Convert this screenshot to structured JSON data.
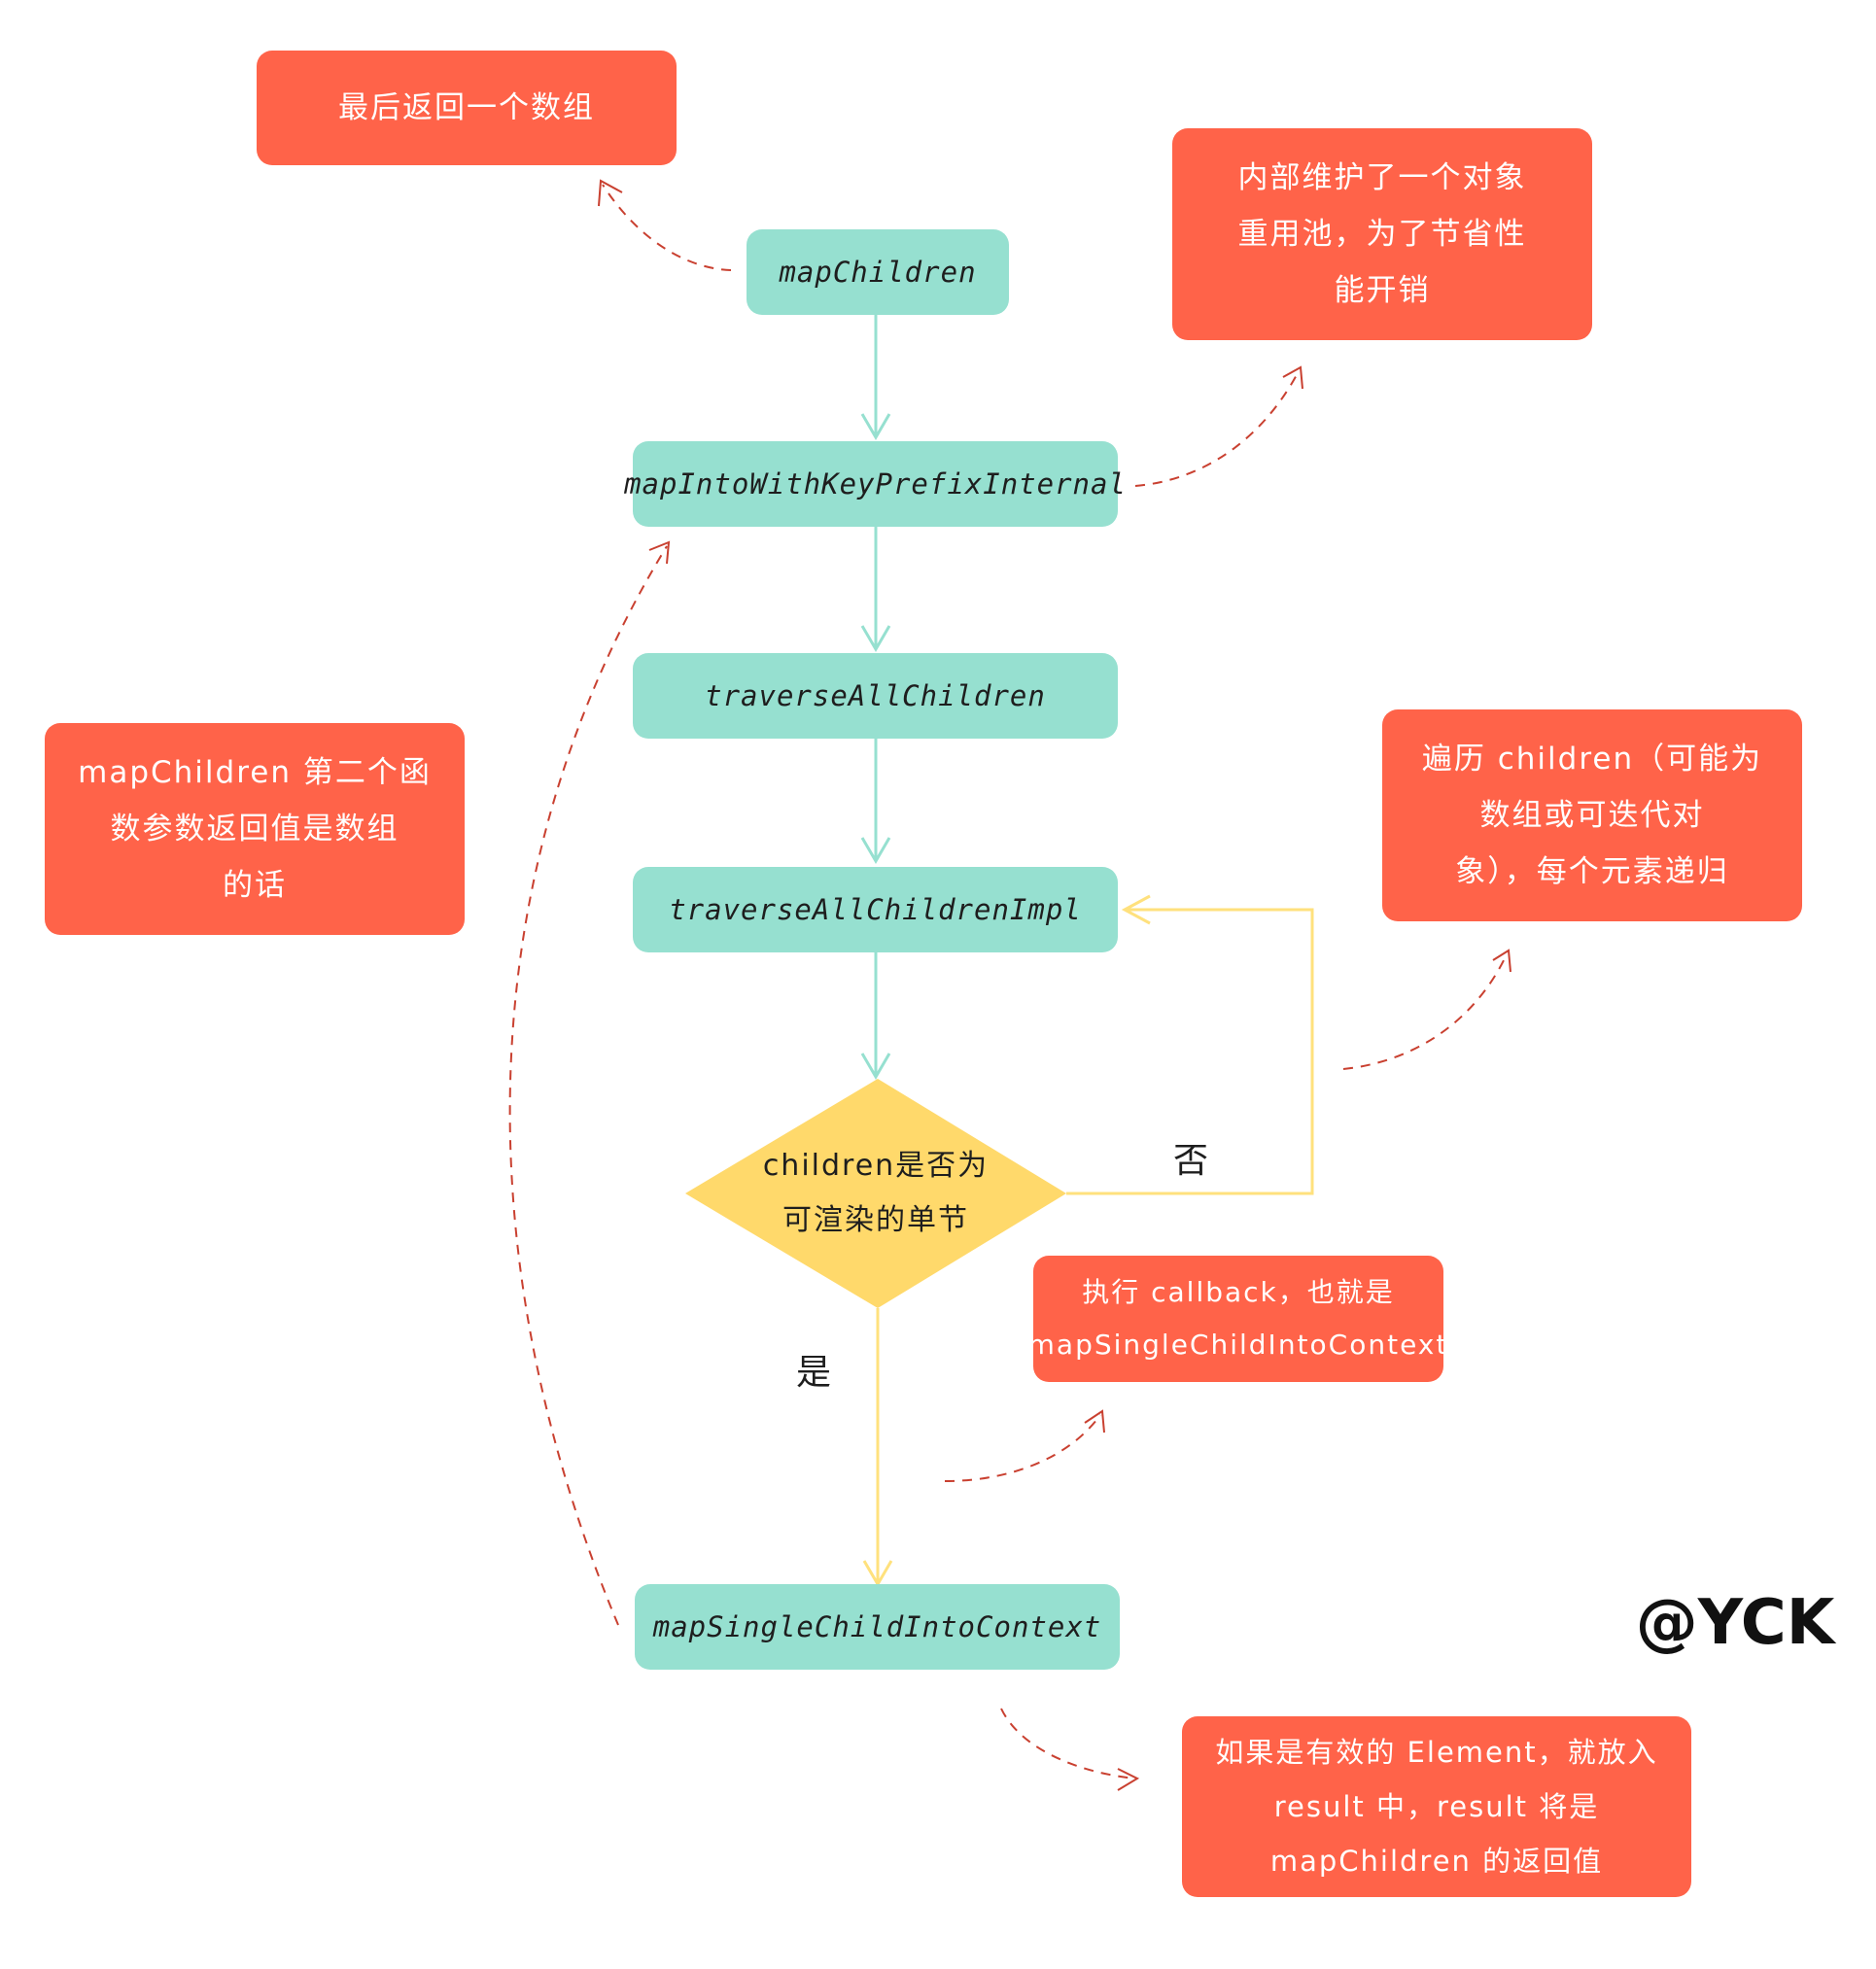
{
  "nodes": {
    "map_children": "mapChildren",
    "map_into_with_key_prefix_internal": "mapIntoWithKeyPrefixInternal",
    "traverse_all_children": "traverseAllChildren",
    "traverse_all_children_impl": "traverseAllChildrenImpl",
    "map_single_child_into_context": "mapSingleChildIntoContext"
  },
  "decision": {
    "line1": "children是否为",
    "line2": "可渲染的单节",
    "yes_label": "是",
    "no_label": "否"
  },
  "notes": {
    "return_array": "最后返回一个数组",
    "object_pool": {
      "line1": "内部维护了一个对象",
      "line2": "重用池，为了节省性",
      "line3": "能开销"
    },
    "second_param": {
      "line1": "mapChildren 第二个函",
      "line2": "数参数返回值是数组",
      "line3": "的话"
    },
    "traverse_children": {
      "line1": "遍历 children（可能为",
      "line2": "数组或可迭代对",
      "line3": "象），每个元素递归"
    },
    "callback": {
      "line1": "执行 callback，也就是",
      "line2": "mapSingleChildIntoContext"
    },
    "result": {
      "line1": "如果是有效的 Element，就放入",
      "line2": "result 中，result 将是",
      "line3": "mapChildren 的返回值"
    }
  },
  "watermark": "@YCK",
  "colors": {
    "node": "#96e0d0",
    "note": "#ff6349",
    "decision": "#ffd96b",
    "decision_line": "#ffe17d",
    "dashed": "#c94030"
  }
}
